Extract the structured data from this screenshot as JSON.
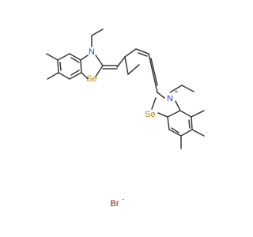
{
  "molecule": {
    "colors": {
      "bond": "#3a3a3a",
      "nitrogen": "#2f3ef0",
      "selenium": "#b8860b",
      "bromine": "#7a2626"
    },
    "atom_labels": {
      "n_left": "N",
      "se_left": "Se",
      "n_right": "N",
      "n_right_charge": "+",
      "se_right": "Se"
    },
    "counterion": {
      "symbol": "Br",
      "charge": "-"
    }
  }
}
